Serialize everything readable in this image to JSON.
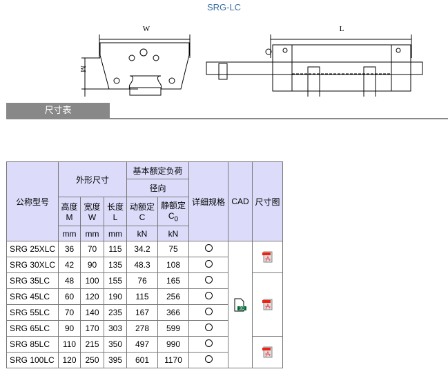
{
  "title": "SRG-LC",
  "drawing": {
    "w_label": "W",
    "m_label": "M",
    "l_label": "L"
  },
  "section_tab": "尺寸表",
  "table": {
    "headers": {
      "model": "公称型号",
      "outer": "外形尺寸",
      "load": "基本额定负荷",
      "radial": "径向",
      "detail": "详细规格",
      "cad": "CAD",
      "drawing": "尺寸图",
      "height": "高度",
      "height_sym": "M",
      "width": "宽度",
      "width_sym": "W",
      "length": "长度",
      "length_sym": "L",
      "dyn": "动额定",
      "dyn_sym": "C",
      "stat": "静额定",
      "stat_sym": "C",
      "stat_sub": "0",
      "u_mm": "mm",
      "u_kn": "kN"
    },
    "rows": [
      [
        "SRG 25XLC",
        "36",
        "70",
        "115",
        "34.2",
        "75"
      ],
      [
        "SRG 30XLC",
        "42",
        "90",
        "135",
        "48.3",
        "108"
      ],
      [
        "SRG 35LC",
        "48",
        "100",
        "155",
        "76",
        "165"
      ],
      [
        "SRG 45LC",
        "60",
        "120",
        "190",
        "115",
        "256"
      ],
      [
        "SRG 55LC",
        "70",
        "140",
        "235",
        "167",
        "366"
      ],
      [
        "SRG 65LC",
        "90",
        "170",
        "303",
        "278",
        "599"
      ],
      [
        "SRG 85LC",
        "110",
        "215",
        "350",
        "497",
        "990"
      ],
      [
        "SRG 100LC",
        "120",
        "250",
        "395",
        "601",
        "1170"
      ]
    ],
    "detail_symbol": "circle-icon",
    "cad_icon": "3d-file-icon",
    "cad_icon_text": "3D",
    "drawing_icon": "pdf-icon"
  }
}
